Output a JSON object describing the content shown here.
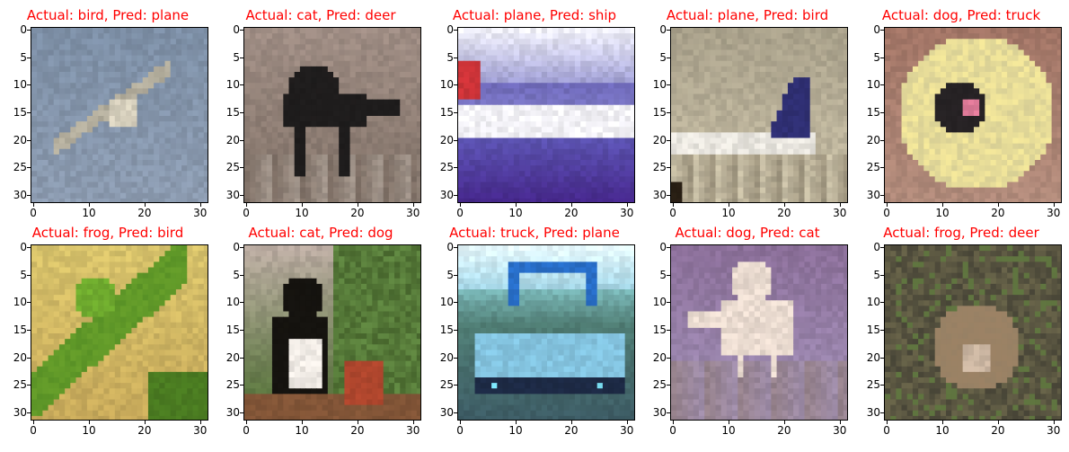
{
  "figure": {
    "title_color": "#ff0000",
    "x_ticks": [
      "0",
      "10",
      "20",
      "30"
    ],
    "y_ticks": [
      "0",
      "5",
      "10",
      "15",
      "20",
      "25",
      "30"
    ],
    "panels": [
      {
        "title": "Actual: bird, Pred: plane",
        "scene": "bird-sky",
        "colors": {
          "bg": "#7d8fa6",
          "bg2": "#8c9bb0",
          "fg": "#d7d0bd",
          "fg2": "#5d5a4f"
        }
      },
      {
        "title": "Actual: cat, Pred: deer",
        "scene": "black-cat",
        "colors": {
          "bg": "#9f8d84",
          "bg2": "#807167",
          "fg": "#1e1c1c",
          "fg2": "#6c6156"
        }
      },
      {
        "title": "Actual: plane, Pred: ship",
        "scene": "airliner",
        "colors": {
          "bg": "#5d56b3",
          "bg2": "#9b9ad1",
          "fg": "#f3f2f7",
          "fg2": "#cc3338"
        }
      },
      {
        "title": "Actual: plane, Pred: bird",
        "scene": "tail-fin",
        "colors": {
          "bg": "#a8a08a",
          "bg2": "#c6bda4",
          "fg": "#e9e6df",
          "fg2": "#2f2f73"
        }
      },
      {
        "title": "Actual: dog, Pred: truck",
        "scene": "fluffy-dog",
        "colors": {
          "bg": "#a27566",
          "bg2": "#b18b7b",
          "fg": "#e7dea0",
          "fg2": "#262224"
        }
      },
      {
        "title": "Actual: frog, Pred: bird",
        "scene": "green-frog",
        "colors": {
          "bg": "#d8c36b",
          "bg2": "#c7a95a",
          "fg": "#6fab2e",
          "fg2": "#3f6f1c"
        }
      },
      {
        "title": "Actual: cat, Pred: dog",
        "scene": "tuxedo-cat",
        "colors": {
          "bg": "#b9aaa0",
          "bg2": "#4c6d30",
          "fg": "#15130f",
          "fg2": "#efeae4"
        }
      },
      {
        "title": "Actual: truck, Pred: plane",
        "scene": "blue-truck",
        "colors": {
          "bg": "#9fd3e4",
          "bg2": "#4f7c73",
          "fg": "#84c4e0",
          "fg2": "#1d2a45"
        }
      },
      {
        "title": "Actual: dog, Pred: cat",
        "scene": "white-dog",
        "colors": {
          "bg": "#8b6f99",
          "bg2": "#a190b6",
          "fg": "#eadbd0",
          "fg2": "#6b5b6e"
        }
      },
      {
        "title": "Actual: frog, Pred: deer",
        "scene": "camouflaged-frog",
        "colors": {
          "bg": "#4d4a3b",
          "bg2": "#6a6549",
          "fg": "#a28a6c",
          "fg2": "#c9b4a0"
        }
      }
    ]
  }
}
